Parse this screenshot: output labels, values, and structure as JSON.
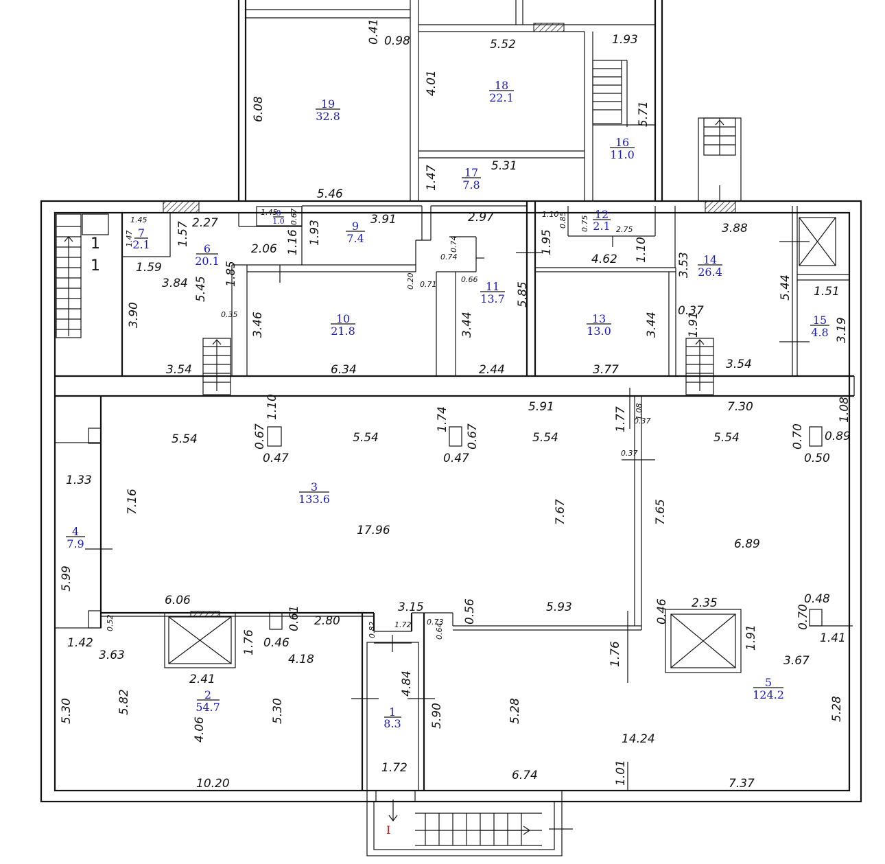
{
  "rooms": [
    {
      "num": "1",
      "area": "8.3"
    },
    {
      "num": "2",
      "area": "54.7"
    },
    {
      "num": "3",
      "area": "133.6"
    },
    {
      "num": "4",
      "area": "7.9"
    },
    {
      "num": "5",
      "area": "124.2"
    },
    {
      "num": "6",
      "area": "20.1"
    },
    {
      "num": "7",
      "area": "2.1"
    },
    {
      "num": "8",
      "area": "1.0"
    },
    {
      "num": "9",
      "area": "7.4"
    },
    {
      "num": "10",
      "area": "21.8"
    },
    {
      "num": "11",
      "area": "13.7"
    },
    {
      "num": "12",
      "area": "2.1"
    },
    {
      "num": "13",
      "area": "13.0"
    },
    {
      "num": "14",
      "area": "26.4"
    },
    {
      "num": "15",
      "area": "4.8"
    },
    {
      "num": "16",
      "area": "11.0"
    },
    {
      "num": "17",
      "area": "7.8"
    },
    {
      "num": "18",
      "area": "22.1"
    },
    {
      "num": "19",
      "area": "32.8"
    }
  ],
  "dimensions": [
    "0.41",
    "0.98",
    "5.52",
    "1.93",
    "4.01",
    "6.08",
    "5.71",
    "5.31",
    "1.47",
    "5.46",
    "1.45",
    "0.67",
    "3.91",
    "2.97",
    "1.10",
    "0.85",
    "0.75",
    "2.75",
    "3.88",
    "1.45",
    "1.47",
    "1.57",
    "2.27",
    "1.93",
    "2.06",
    "1.16",
    "0.74",
    "0.74",
    "1.95",
    "4.62",
    "1.10",
    "3.53",
    "1.59",
    "3.84",
    "5.45",
    "1.85",
    "0.20",
    "0.71",
    "0.66",
    "5.85",
    "5.44",
    "1.51",
    "3.90",
    "0.35",
    "3.46",
    "3.44",
    "3.44",
    "0.37",
    "1.91",
    "3.19",
    "3.54",
    "6.34",
    "2.44",
    "3.77",
    "3.54",
    "5.91",
    "7.30",
    "1.08",
    "1.10",
    "1.74",
    "1.77",
    "1.08",
    "0.37",
    "5.54",
    "0.67",
    "5.54",
    "0.67",
    "5.54",
    "5.54",
    "0.70",
    "0.89",
    "0.47",
    "0.47",
    "0.37",
    "0.50",
    "1.33",
    "7.16",
    "17.96",
    "7.67",
    "7.65",
    "6.89",
    "5.99",
    "6.06",
    "3.15",
    "0.56",
    "5.93",
    "2.35",
    "0.48",
    "0.52",
    "0.61",
    "2.80",
    "0.82",
    "1.72",
    "0.73",
    "0.64",
    "0.46",
    "0.70",
    "1.42",
    "3.63",
    "1.76",
    "0.46",
    "4.18",
    "1.91",
    "1.41",
    "3.67",
    "2.41",
    "4.84",
    "1.76",
    "5.30",
    "5.82",
    "5.30",
    "4.06",
    "5.90",
    "5.28",
    "5.28",
    "14.24",
    "1.72",
    "6.74",
    "1.01",
    "10.20",
    "7.37"
  ],
  "section_marks": [
    "1",
    "1"
  ],
  "entrance_label": "I"
}
